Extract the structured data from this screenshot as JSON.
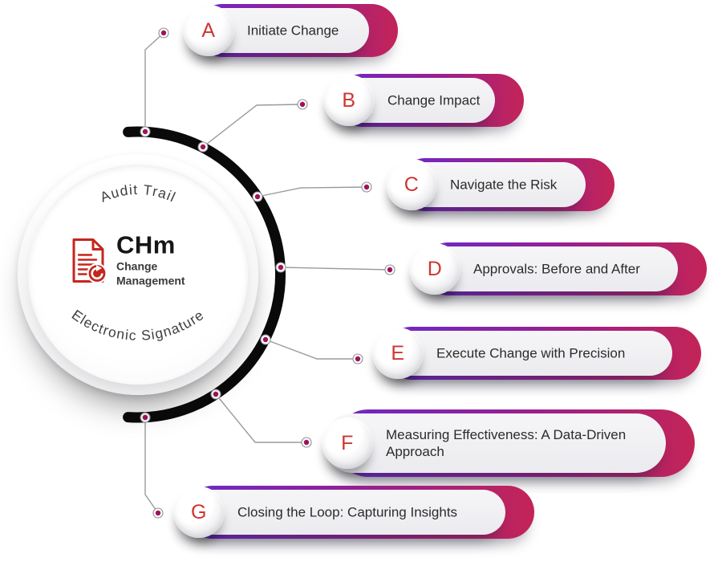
{
  "hub": {
    "arc_top": "Audit Trail",
    "arc_bottom": "Electronic Signature",
    "title": "CHm",
    "subtitle": "Change Management",
    "icon": "document-refresh-icon"
  },
  "items": [
    {
      "letter": "A",
      "label": "Initiate Change"
    },
    {
      "letter": "B",
      "label": "Change Impact"
    },
    {
      "letter": "C",
      "label": "Navigate the Risk"
    },
    {
      "letter": "D",
      "label": "Approvals: Before and After"
    },
    {
      "letter": "E",
      "label": "Execute Change with Precision"
    },
    {
      "letter": "F",
      "label": "Measuring Effectiveness: A Data-Driven Approach"
    },
    {
      "letter": "G",
      "label": "Closing the Loop: Capturing Insights"
    }
  ],
  "colors": {
    "gradient_start": "#6d28c9",
    "gradient_end": "#c32456",
    "letter_color": "#cf3630",
    "dot_color": "#9e135a",
    "arc_color": "#0a0a0a",
    "icon_red": "#c4261d"
  }
}
